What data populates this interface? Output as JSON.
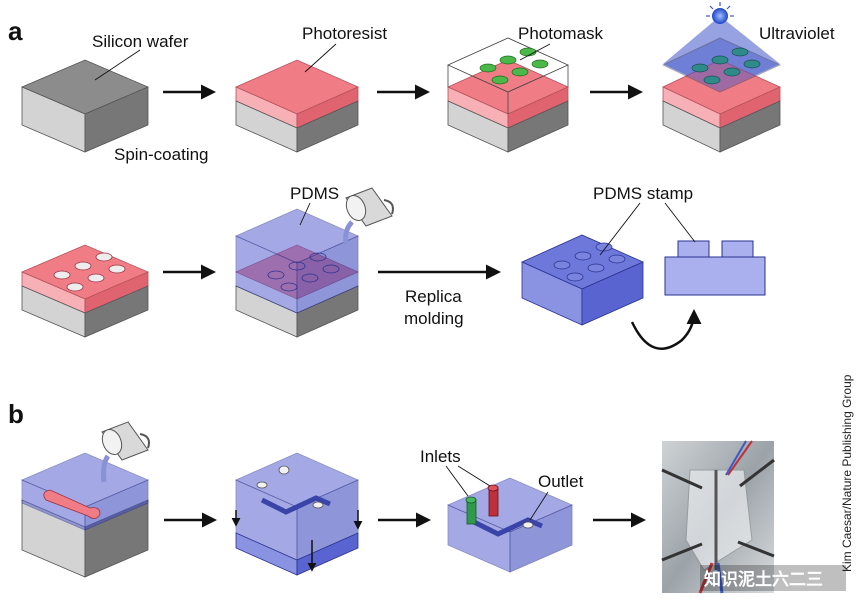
{
  "panels": {
    "a": "a",
    "b": "b"
  },
  "labels": {
    "silicon_wafer": "Silicon wafer",
    "spin_coating": "Spin-coating",
    "photoresist": "Photoresist",
    "photomask": "Photomask",
    "ultraviolet": "Ultraviolet",
    "pdms": "PDMS",
    "pdms_stamp": "PDMS stamp",
    "replica_molding_1": "Replica",
    "replica_molding_2": "molding",
    "inlets": "Inlets",
    "outlet": "Outlet"
  },
  "credit": "Kim Caesar/Nature Publishing Group",
  "watermark": "知识泥土六二三",
  "colors": {
    "wafer_top": "#8a8a8a",
    "wafer_front": "#c8c8c8",
    "wafer_side": "#7a7a7a",
    "resist": "#f07d86",
    "green": "#4cb84a",
    "pdms": "#5a64d0",
    "uv": "#3f55c8"
  }
}
